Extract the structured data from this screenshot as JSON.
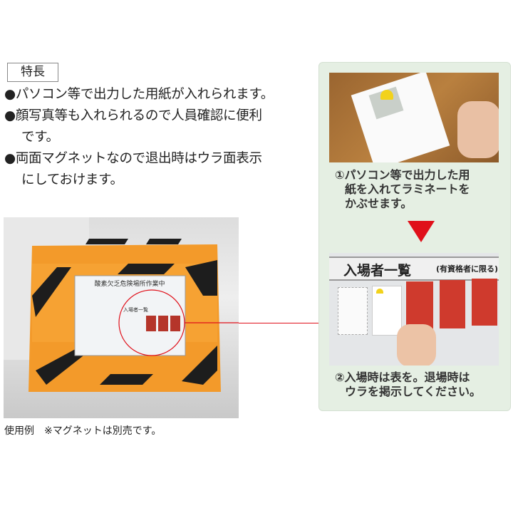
{
  "features": {
    "label": "特長",
    "bullets": [
      {
        "line1": "●パソコン等で出力した用紙が入れられます。"
      },
      {
        "line1": "●顔写真等も入れられるので人員確認に便利",
        "line2": "です。"
      },
      {
        "line1": "●両面マグネットなので退出時はウラ面表示",
        "line2": "にしておけます。"
      }
    ]
  },
  "photo": {
    "sign_title": "酸素欠乏危険場所作業中",
    "sign_list_title": "入場者一覧",
    "caption": "使用例　※マグネットは別売です。"
  },
  "panel": {
    "step1": {
      "line1": "①パソコン等で出力した用",
      "line2": "紙を入れてラミネートを",
      "line3": "かぶせます。"
    },
    "board_title": "入場者一覧",
    "board_note": "(有資格者に限る)",
    "step2": {
      "line1": "②入場時は表を。退場時は",
      "line2": "ウラを掲示してください。"
    }
  },
  "colors": {
    "accent": "#e0101a",
    "panel": "#e5efe3",
    "orange": "#f39a2a"
  }
}
